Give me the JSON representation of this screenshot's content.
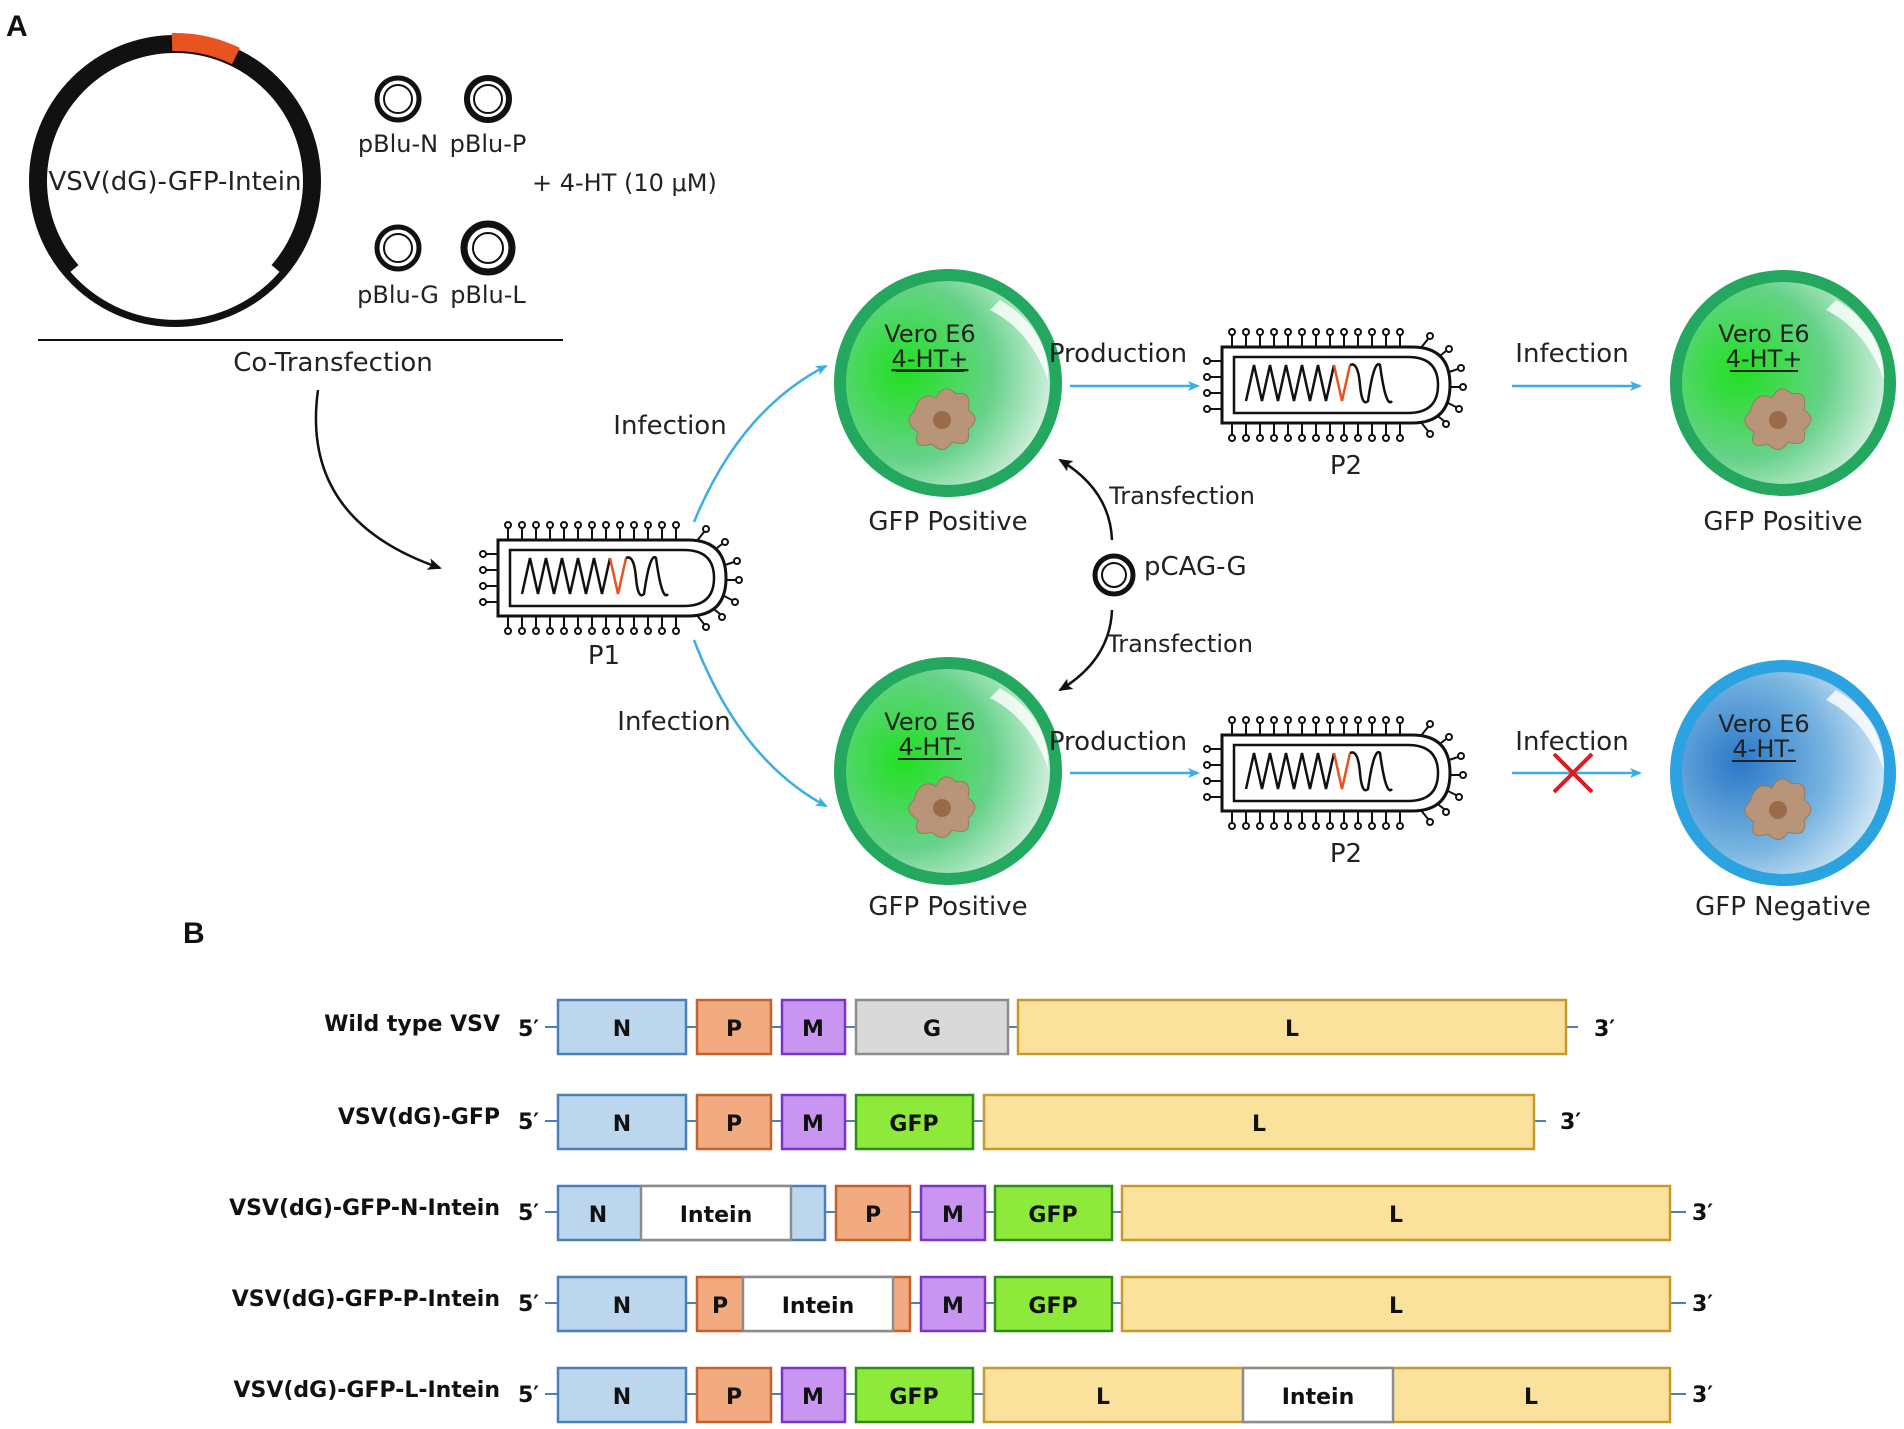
{
  "panel_a": {
    "label": "A",
    "plasmid_main": "VSV(dG)-GFP-Intein",
    "helpers": [
      "pBlu-N",
      "pBlu-P",
      "pBlu-G",
      "pBlu-L"
    ],
    "treatment": "+ 4-HT (10 μM)",
    "cotransfection": "Co-Transfection",
    "p1": "P1",
    "infection_top": "Infection",
    "infection_bottom": "Infection",
    "cells": {
      "top": {
        "line1": "Vero E6",
        "line2": "4-HT+",
        "caption": "GFP Positive"
      },
      "bottom": {
        "line1": "Vero E6",
        "line2": "4-HT-",
        "caption": "GFP Positive"
      },
      "right_top": {
        "line1": "Vero E6",
        "line2": "4-HT+",
        "caption": "GFP Positive"
      },
      "right_bottom": {
        "line1": "Vero E6",
        "line2": "4-HT-",
        "caption": "GFP Negative"
      }
    },
    "production_top": "Production",
    "production_bottom": "Production",
    "p2_top": "P2",
    "p2_bottom": "P2",
    "infection_right_top": "Infection",
    "infection_right_bottom": "Infection",
    "pcag": "pCAG-G",
    "transfection_top": "Transfection",
    "transfection_bottom": "Transfection"
  },
  "panel_b": {
    "label": "B",
    "five_prime": "5′",
    "three_prime": "3′",
    "constructs": [
      {
        "name": "Wild type VSV",
        "genes": [
          "N",
          "P",
          "M",
          "G",
          "L"
        ]
      },
      {
        "name": "VSV(dG)-GFP",
        "genes": [
          "N",
          "P",
          "M",
          "GFP",
          "L"
        ]
      },
      {
        "name": "VSV(dG)-GFP-N-Intein",
        "genes": [
          "N",
          "Intein",
          "P",
          "M",
          "GFP",
          "L"
        ]
      },
      {
        "name": "VSV(dG)-GFP-P-Intein",
        "genes": [
          "N",
          "P",
          "Intein",
          "M",
          "GFP",
          "L"
        ]
      },
      {
        "name": "VSV(dG)-GFP-L-Intein",
        "genes": [
          "N",
          "P",
          "M",
          "GFP",
          "L",
          "Intein",
          "L"
        ]
      }
    ]
  },
  "colors": {
    "N": "#bcd6ee",
    "N_border": "#4a7fb8",
    "P": "#f2aa80",
    "P_border": "#c4622d",
    "M": "#c896f0",
    "M_border": "#7a34c8",
    "G": "#d9d9d9",
    "G_border": "#8c8c8c",
    "GFP": "#8eea3a",
    "GFP_border": "#2e8a1a",
    "L": "#fbe29c",
    "L_border": "#c49a2a",
    "arrow": "#3baee6",
    "plasmid_insert": "#e8531f"
  }
}
